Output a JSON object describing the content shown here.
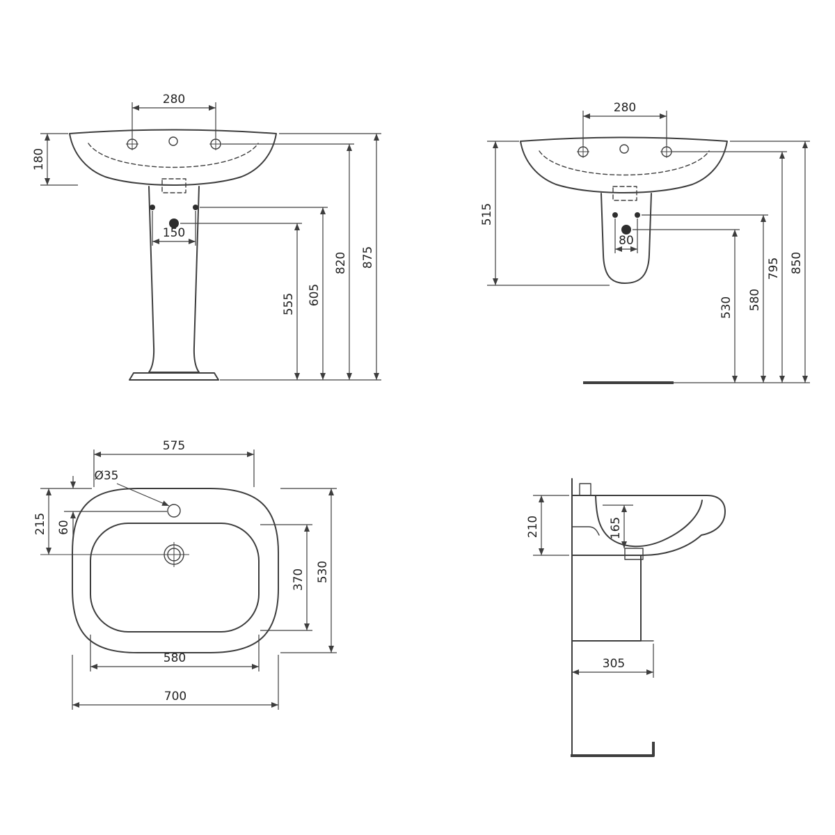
{
  "drawing": {
    "background": "#ffffff",
    "line_color": "#3d3d3d",
    "views": {
      "front_pedestal": {
        "dims": {
          "tap_spacing": "280",
          "rim_height": "180",
          "fixing_spacing": "150",
          "siphon_height": "555",
          "fixing_height": "605",
          "tap_height": "820",
          "overall_height": "875"
        }
      },
      "front_semi": {
        "dims": {
          "tap_spacing": "280",
          "basin_height": "515",
          "fixing_spacing": "80",
          "siphon_height": "530",
          "fixing_height": "580",
          "tap_height": "795",
          "overall_height": "850"
        }
      },
      "top": {
        "dims": {
          "rear_width": "575",
          "tap_hole_diameter": "Ø35",
          "drain_offset": "215",
          "tap_offset": "60",
          "bowl_depth": "370",
          "overall_depth": "530",
          "bowl_width": "580",
          "overall_width": "700"
        }
      },
      "side": {
        "dims": {
          "rim_height": "210",
          "bowl_inner_depth": "165",
          "bracket_depth": "305"
        }
      }
    }
  }
}
